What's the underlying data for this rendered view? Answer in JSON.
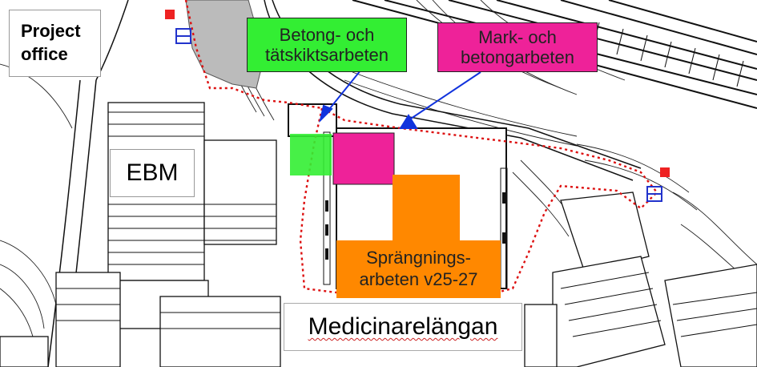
{
  "labels": {
    "project_office": "Project\noffice",
    "ebm": "EBM",
    "betong": "Betong- och\ntätskiktsarbeten",
    "mark": "Mark- och\nbetongarbeten",
    "sprangning": "Sprängnings-\narbeten v25-27",
    "medicinarelangan": "Medicinarelängan"
  },
  "colors": {
    "green_zone": "#33ee33",
    "pink_zone": "#ee2299",
    "orange_zone": "#ff8800",
    "boundary": "#dd1111",
    "arrow": "#1133dd",
    "lines": "#111111"
  }
}
